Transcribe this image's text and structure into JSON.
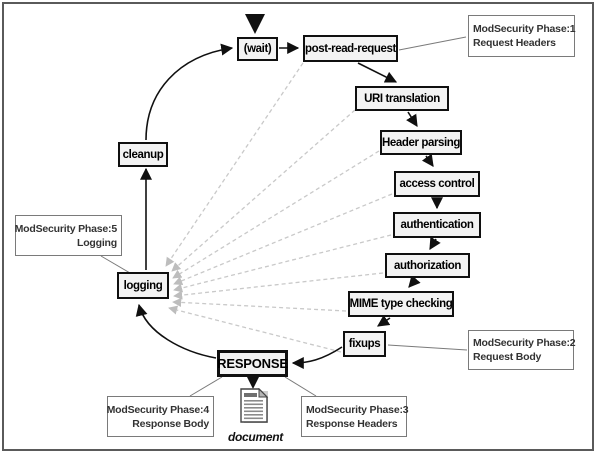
{
  "nodes": {
    "wait": {
      "label": "(wait)"
    },
    "post_read_request": {
      "label": "post-read-request"
    },
    "uri_translation": {
      "label": "URI translation"
    },
    "header_parsing": {
      "label": "Header parsing"
    },
    "access_control": {
      "label": "access control"
    },
    "authentication": {
      "label": "authentication"
    },
    "authorization": {
      "label": "authorization"
    },
    "mime_type_checking": {
      "label": "MIME type checking"
    },
    "fixups": {
      "label": "fixups"
    },
    "response": {
      "label": "RESPONSE"
    },
    "logging": {
      "label": "logging"
    },
    "cleanup": {
      "label": "cleanup"
    }
  },
  "notes": {
    "phase1": {
      "line1": "ModSecurity Phase:1",
      "line2": "Request Headers"
    },
    "phase2": {
      "line1": "ModSecurity Phase:2",
      "line2": "Request Body"
    },
    "phase3": {
      "line1": "ModSecurity Phase:3",
      "line2": "Response Headers"
    },
    "phase4": {
      "line1": "ModSecurity Phase:4",
      "line2": "Response Body"
    },
    "phase5": {
      "line1": "ModSecurity Phase:5",
      "line2": "Logging"
    }
  },
  "document": {
    "label": "document"
  },
  "colors": {
    "node_border": "#101010",
    "node_fill": "#f3f3f3",
    "dashed_line": "#c9c9c9",
    "note_border": "#7a7a7a",
    "frame_border": "#5a5a5a"
  }
}
